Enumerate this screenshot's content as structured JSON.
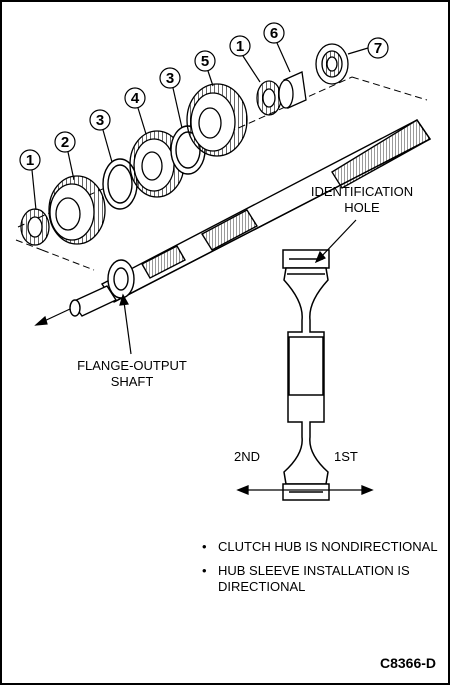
{
  "callouts": [
    {
      "num": "1"
    },
    {
      "num": "2"
    },
    {
      "num": "3"
    },
    {
      "num": "4"
    },
    {
      "num": "3"
    },
    {
      "num": "5"
    },
    {
      "num": "1"
    },
    {
      "num": "6"
    },
    {
      "num": "7"
    }
  ],
  "labels": {
    "identification_hole": "IDENTIFICATION\nHOLE",
    "flange_output_shaft": "FLANGE-OUTPUT\nSHAFT",
    "second": "2ND",
    "first": "1ST"
  },
  "notes": [
    "CLUTCH HUB IS NONDIRECTIONAL",
    "HUB SLEEVE INSTALLATION IS DIRECTIONAL"
  ],
  "figure_id": "C8366-D"
}
